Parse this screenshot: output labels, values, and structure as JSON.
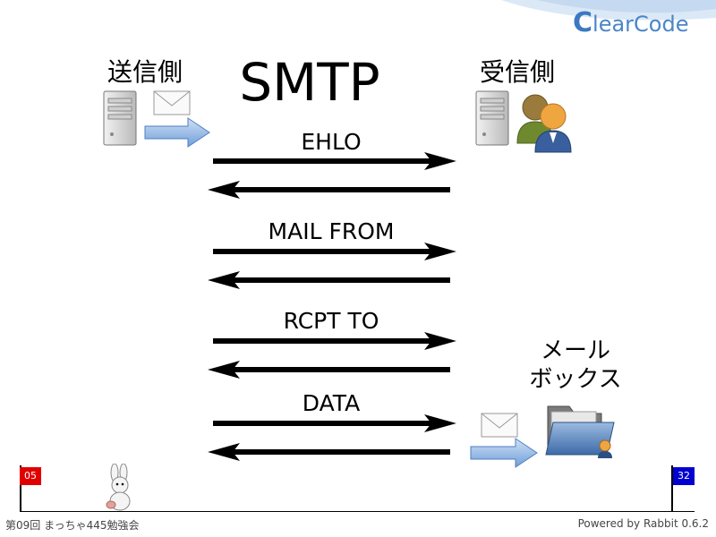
{
  "brand": {
    "logo_text_c1": "C",
    "logo_text_rest": "learCode"
  },
  "slide": {
    "title": "SMTP",
    "sender_label": "送信側",
    "receiver_label": "受信側",
    "messages": [
      "EHLO",
      "MAIL FROM",
      "RCPT TO",
      "DATA"
    ],
    "mailbox_label_line1": "メール",
    "mailbox_label_line2": "ボックス"
  },
  "footer": {
    "left_text": "第09回 まっちゃ445勉強会",
    "right_text": "Powered by Rabbit 0.6.2",
    "page_current": "05",
    "page_total": "32"
  },
  "colors": {
    "accent": "#3b7ac2",
    "flag_current": "#e00000",
    "flag_total": "#0000d0"
  }
}
